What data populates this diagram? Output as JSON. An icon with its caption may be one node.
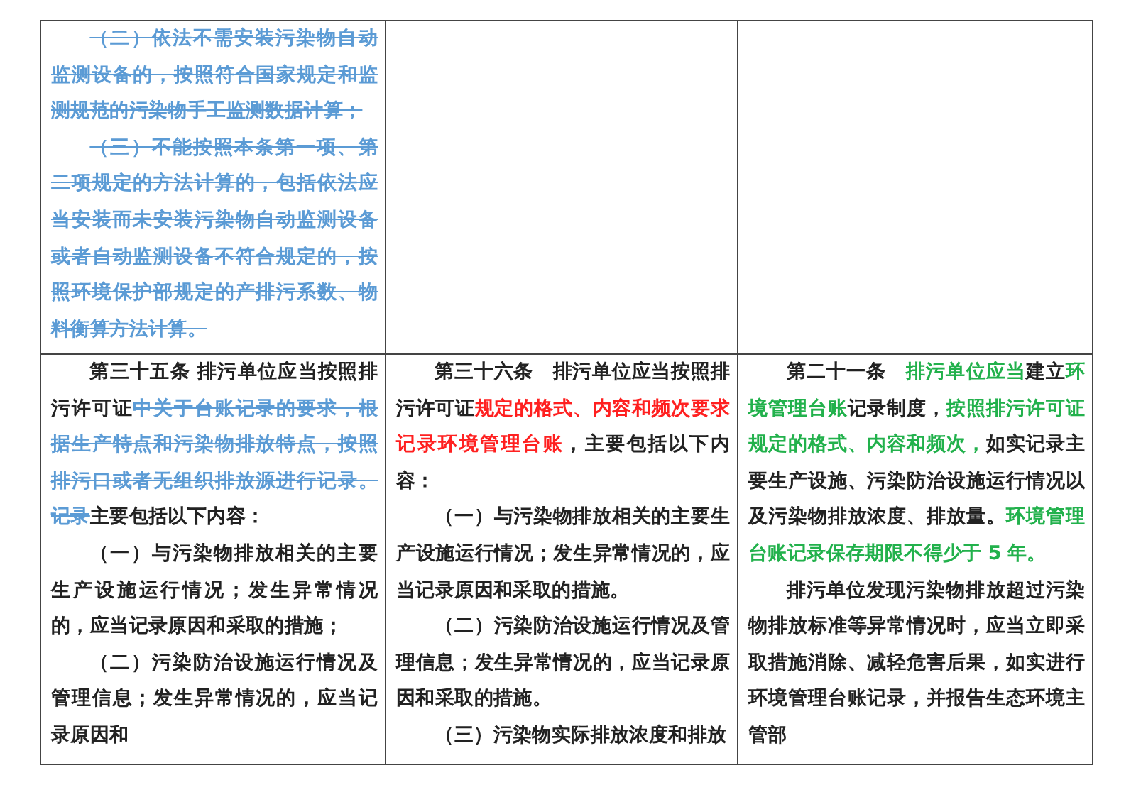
{
  "diagram": {
    "labels": [
      "（二）依法不需安装污染物自动监测设备的，按照符合国家规定和监测规范的污染物手工监测数据计算；",
      "（三）不能按照本条第一项、第二项规定的方法计算的，包括依法应当安装而未安装污染物自动监测设备或者自动监测设备不符合规定的，按照环境保护部规定的产排污系数、物料衡算方法计算。",
      "第三十五条 排污单位应当按照排污许可证",
      "中关于台账记录的要求，根据生产特点和污染物排放特点，按照排污口或者无组织排放源进行记录。记录",
      "主要包括以下内容：",
      "（一）与污染物排放相关的主要生产设施运行情况；发生异常情况的，应当记录原因和采取的措施；",
      "（二）污染防治设施运行情况及管理信息；发生异常情况的，应当记录原因和",
      "第三十六条　排污单位应当按照排污许可证",
      "规定的格式、内容和频次要求记录环境管理台账",
      "，主要包括以下内容：",
      "（一）与污染物排放相关的主要生产设施运行情况；发生异常情况的，应当记录原因和采取的措施。",
      "（二）污染防治设施运行情况及管理信息；发生异常情况的，应当记录原因和采取的措施。",
      "（三）污染物实际排放浓度和排放",
      "第二十一条　",
      "排污单位应当",
      "建立",
      "环境管理台账",
      "记录制度，",
      "按照排污许可证规定的格式、内容和频次，",
      "如实记录主要生产设施、污染防治设施运行情况以及污染物排放浓度、排放量。",
      "环境管理台账记录保存期限不得少于 5 年。",
      "排污单位发现污染物排放超过污染物排放标准等异常情况时，应当立即采取措施消除、减轻危害后果，如实进行环境管理台账记录，并报告生态环境主管部"
    ]
  }
}
